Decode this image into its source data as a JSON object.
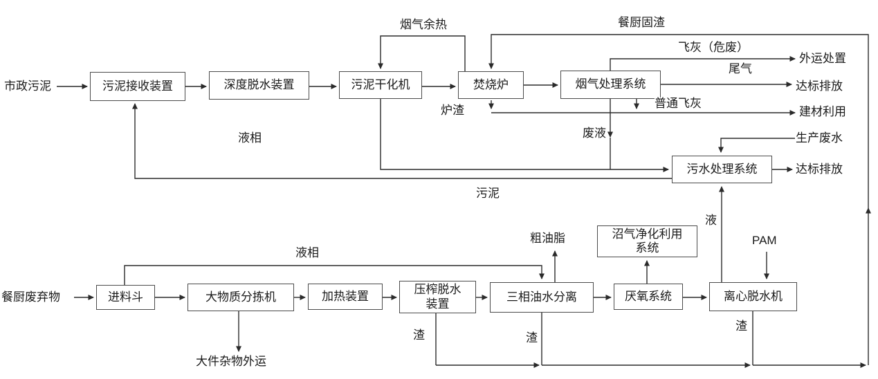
{
  "diagram": {
    "nodes": {
      "sludge_receiving": "污泥接收装置",
      "deep_dewatering": "深度脱水装置",
      "sludge_dryer": "污泥干化机",
      "incinerator": "焚烧炉",
      "flue_gas_treatment": "烟气处理系统",
      "wastewater_treatment": "污水处理系统",
      "feed_hopper": "进料斗",
      "large_object_sorter": "大物质分拣机",
      "heating_unit": "加热装置",
      "press_dewatering": "压榨脱水装置",
      "three_phase_separation": "三相油水分离",
      "anaerobic_system": "厌氧系统",
      "centrifugal_dewatering": "离心脱水机",
      "biogas_purification": "沼气净化利用系统"
    },
    "inputs": {
      "municipal_sludge": "市政污泥",
      "kitchen_waste": "餐厨废弃物",
      "production_wastewater": "生产废水",
      "pam": "PAM"
    },
    "outputs": {
      "offsite_disposal": "外运处置",
      "standard_discharge_1": "达标排放",
      "building_material_use": "建材利用",
      "standard_discharge_2": "达标排放",
      "crude_grease": "粗油脂",
      "bulky_waste_removal": "大件杂物外运"
    },
    "flow_labels": {
      "flue_gas_waste_heat": "烟气余热",
      "kitchen_solid_residue": "餐厨固渣",
      "fly_ash_hazardous": "飞灰（危废）",
      "tail_gas": "尾气",
      "ordinary_fly_ash": "普通飞灰",
      "slag": "炉渣",
      "waste_liquid": "废液",
      "liquid_phase_top": "液相",
      "sludge_return": "污泥",
      "liquid_phase_bottom": "液相",
      "liquid": "液",
      "residue_1": "渣",
      "residue_2": "渣",
      "residue_3": "渣"
    },
    "edges": [
      {
        "from": "municipal_sludge",
        "to": "sludge_receiving",
        "label": ""
      },
      {
        "from": "sludge_receiving",
        "to": "deep_dewatering",
        "label": ""
      },
      {
        "from": "deep_dewatering",
        "to": "sludge_dryer",
        "label": ""
      },
      {
        "from": "sludge_dryer",
        "to": "incinerator",
        "label": ""
      },
      {
        "from": "incinerator",
        "to": "flue_gas_treatment",
        "label": ""
      },
      {
        "from": "incinerator",
        "to": "sludge_dryer",
        "label": "烟气余热"
      },
      {
        "from": "residue_collection_line",
        "to": "incinerator",
        "label": "餐厨固渣"
      },
      {
        "from": "flue_gas_treatment",
        "to": "offsite_disposal",
        "label": "飞灰（危废）"
      },
      {
        "from": "flue_gas_treatment",
        "to": "standard_discharge_1",
        "label": "尾气"
      },
      {
        "from": "incinerator",
        "to": "building_material_use",
        "label": "炉渣"
      },
      {
        "from": "flue_gas_treatment",
        "to": "building_material_use",
        "label": "普通飞灰"
      },
      {
        "from": "flue_gas_treatment",
        "to": "wastewater_treatment",
        "label": "废液"
      },
      {
        "from": "sludge_dryer",
        "to": "wastewater_treatment",
        "label": "液相"
      },
      {
        "from": "wastewater_treatment",
        "to": "sludge_receiving",
        "label": "污泥"
      },
      {
        "from": "production_wastewater",
        "to": "wastewater_treatment",
        "label": ""
      },
      {
        "from": "wastewater_treatment",
        "to": "standard_discharge_2",
        "label": ""
      },
      {
        "from": "centrifugal_dewatering",
        "to": "wastewater_treatment",
        "label": "液"
      },
      {
        "from": "kitchen_waste",
        "to": "feed_hopper",
        "label": ""
      },
      {
        "from": "feed_hopper",
        "to": "large_object_sorter",
        "label": ""
      },
      {
        "from": "large_object_sorter",
        "to": "heating_unit",
        "label": ""
      },
      {
        "from": "heating_unit",
        "to": "press_dewatering",
        "label": ""
      },
      {
        "from": "press_dewatering",
        "to": "three_phase_separation",
        "label": ""
      },
      {
        "from": "three_phase_separation",
        "to": "anaerobic_system",
        "label": ""
      },
      {
        "from": "anaerobic_system",
        "to": "centrifugal_dewatering",
        "label": ""
      },
      {
        "from": "feed_hopper",
        "to": "three_phase_separation",
        "label": "液相"
      },
      {
        "from": "three_phase_separation",
        "to": "crude_grease",
        "label": "粗油脂"
      },
      {
        "from": "anaerobic_system",
        "to": "biogas_purification",
        "label": ""
      },
      {
        "from": "pam",
        "to": "centrifugal_dewatering",
        "label": "PAM"
      },
      {
        "from": "large_object_sorter",
        "to": "bulky_waste_removal",
        "label": ""
      },
      {
        "from": "press_dewatering",
        "to": "residue_collection_line",
        "label": "渣"
      },
      {
        "from": "three_phase_separation",
        "to": "residue_collection_line",
        "label": "渣"
      },
      {
        "from": "centrifugal_dewatering",
        "to": "residue_collection_line",
        "label": "渣"
      }
    ]
  }
}
